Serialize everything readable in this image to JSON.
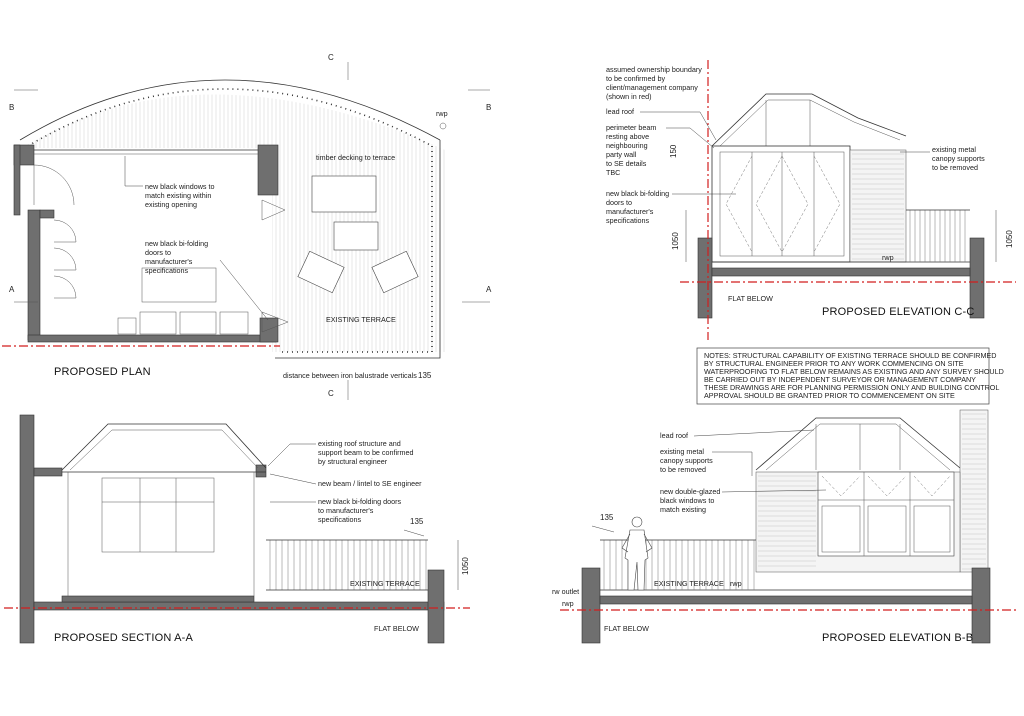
{
  "plan": {
    "title": "PROPOSED PLAN",
    "section_markers": {
      "b": "B",
      "a": "A",
      "c": "C"
    },
    "rwp": "rwp",
    "note_decking": "timber decking to terrace",
    "note_windows": [
      "new black windows to",
      "match existing within",
      "existing opening"
    ],
    "note_bifold": [
      "new black bi-folding",
      "doors to",
      "manufacturer's",
      "specifications"
    ],
    "note_terrace": "EXISTING TERRACE",
    "note_balustrade": "distance between iron balustrade verticals",
    "dim_135": "135"
  },
  "section_aa": {
    "title": "PROPOSED SECTION A-A",
    "note_roof": [
      "existing roof structure and",
      "support beam to be confirmed",
      "by structural engineer"
    ],
    "note_beam": "new beam / lintel to SE engineer",
    "note_bifold": [
      "new black bi-folding doors",
      "to manufacturer's",
      "specifications"
    ],
    "dim_135": "135",
    "dim_1050": "1050",
    "terrace": "EXISTING TERRACE",
    "flat_below": "FLAT BELOW"
  },
  "elevation_cc": {
    "title": "PROPOSED ELEVATION C-C",
    "note_boundary": [
      "assumed ownership boundary",
      "to be confirmed by",
      "client/management company",
      "(shown in red)"
    ],
    "note_lead_roof": "lead roof",
    "note_beam": [
      "perimeter beam",
      "resting above",
      "neighbouring",
      "party wall",
      "to SE details",
      "TBC"
    ],
    "note_bifold": [
      "new black bi-folding",
      "doors to",
      "manufacturer's",
      "specifications"
    ],
    "note_canopy": [
      "existing metal",
      "canopy supports",
      "to be removed"
    ],
    "dim_150": "150",
    "dim_1050_left": "1050",
    "dim_1050_right": "1050",
    "rwp": "rwp",
    "flat_below": "FLAT BELOW"
  },
  "notes": [
    "NOTES: STRUCTURAL CAPABILITY OF EXISTING TERRACE SHOULD BE CONFIRMED",
    "BY STRUCTURAL ENGINEER PRIOR TO ANY WORK COMMENCING ON SITE",
    "WATERPROOFING TO FLAT BELOW REMAINS AS EXISTING AND ANY SURVEY SHOULD",
    "BE CARRIED OUT BY INDEPENDENT SURVEYOR OR MANAGEMENT COMPANY",
    "THESE DRAWINGS ARE FOR PLANNING PERMISSION ONLY AND BUILDING CONTROL",
    "APPROVAL SHOULD BE GRANTED PRIOR TO COMMENCEMENT ON SITE"
  ],
  "elevation_bb": {
    "title": "PROPOSED ELEVATION B-B",
    "note_lead_roof": "lead roof",
    "note_canopy": [
      "existing metal",
      "canopy supports",
      "to be removed"
    ],
    "note_windows": [
      "new double-glazed",
      "black windows to",
      "match existing"
    ],
    "dim_135": "135",
    "terrace": "EXISTING TERRACE",
    "rwp": "rwp",
    "rw_outlet": "rw outlet",
    "rwp_left": "rwp",
    "flat_below": "FLAT BELOW"
  },
  "colors": {
    "boundary_red": "#d21f1f",
    "wall_grey": "#6f6f6f",
    "line": "#333333"
  }
}
